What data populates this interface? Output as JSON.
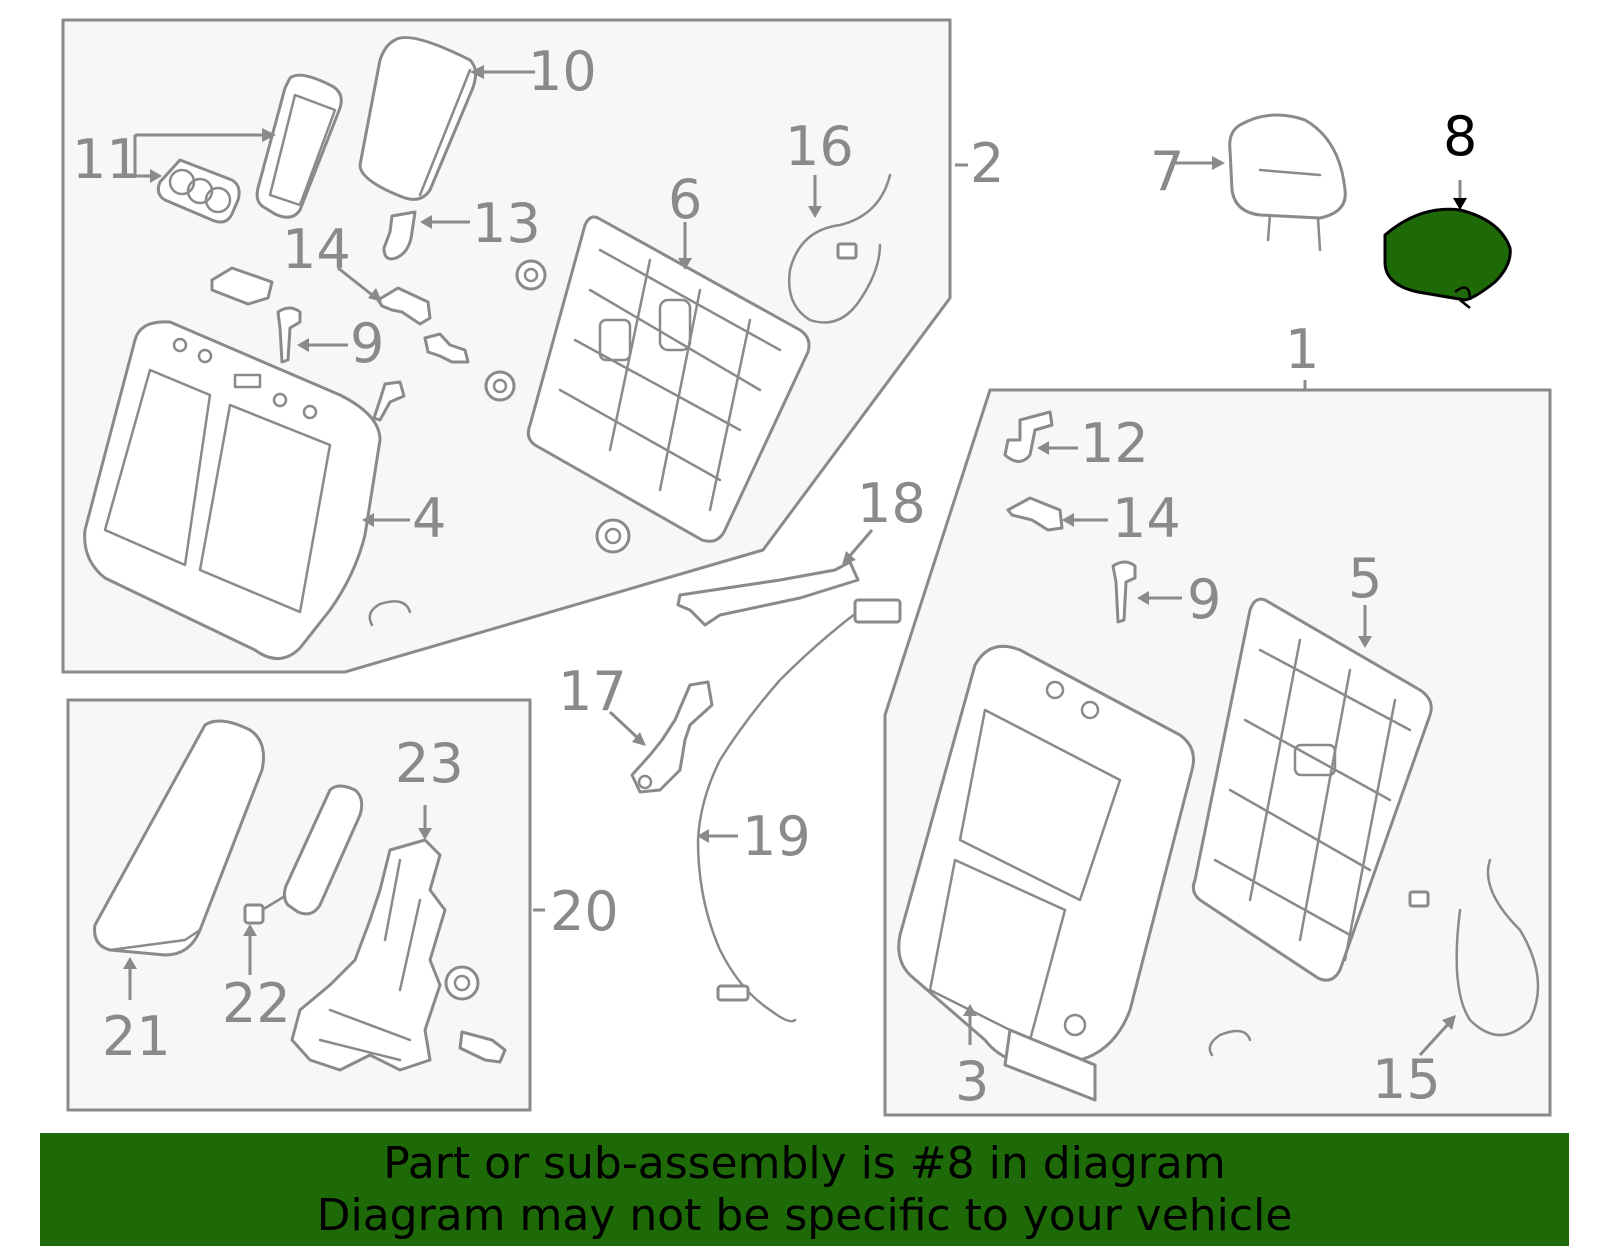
{
  "colors": {
    "highlight": "#1f6a08",
    "line": "#8a8a8a",
    "box_fill": "#f7f7f7",
    "banner_text": "#000000"
  },
  "callouts": {
    "c1": "1",
    "c2": "2",
    "c3": "3",
    "c4": "4",
    "c5": "5",
    "c6": "6",
    "c7": "7",
    "c8": "8",
    "c9a": "9",
    "c9b": "9",
    "c10": "10",
    "c11": "11",
    "c12": "12",
    "c13": "13",
    "c14a": "14",
    "c14b": "14",
    "c15": "15",
    "c16": "16",
    "c17": "17",
    "c18": "18",
    "c19": "19",
    "c20": "20",
    "c21": "21",
    "c22": "22",
    "c23": "23"
  },
  "highlighted_part": "8",
  "banner": {
    "line1": "Part or sub-assembly is #8 in diagram",
    "line2": "Diagram may not be specific to your vehicle"
  }
}
